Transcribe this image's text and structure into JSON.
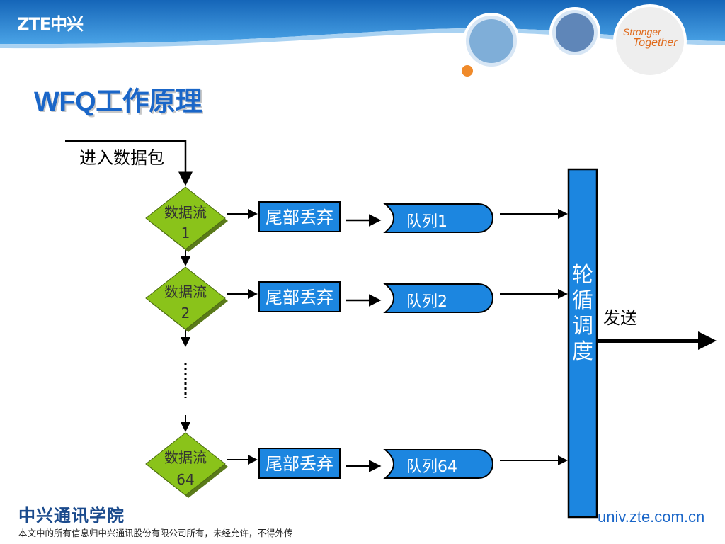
{
  "header": {
    "brand": "ZTE中兴",
    "slogan_line1": "Stronger",
    "slogan_line2": "Together"
  },
  "slide_title": "WFQ工作原理",
  "diagram": {
    "input_label": "进入数据包",
    "flows": [
      {
        "flow_line1": "数据流",
        "flow_line2": "1",
        "drop": "尾部丢弃",
        "queue": "队列1"
      },
      {
        "flow_line1": "数据流",
        "flow_line2": "2",
        "drop": "尾部丢弃",
        "queue": "队列2"
      },
      {
        "flow_line1": "数据流",
        "flow_line2": "64",
        "drop": "尾部丢弃",
        "queue": "队列64"
      }
    ],
    "scheduler": [
      "轮",
      "循",
      "调",
      "度"
    ],
    "send_label": "发送"
  },
  "footer": {
    "org": "中兴通讯学院",
    "copyright": "本文中的所有信息归中兴通讯股份有限公司所有，未经允许，不得外传",
    "url": "univ.zte.com.cn"
  },
  "colors": {
    "header_blue": "#1f7fd0",
    "title_blue": "#1a66c8",
    "box_blue": "#1c86e0",
    "diamond_green": "#8ac31a",
    "slogan_orange": "#e06a1b"
  }
}
